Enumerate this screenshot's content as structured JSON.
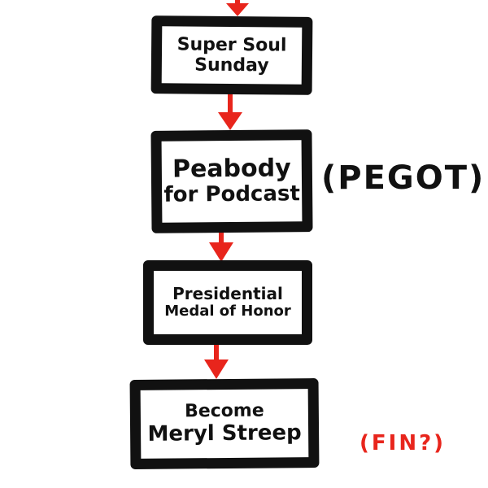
{
  "steps": [
    {
      "line1": "Super Soul",
      "line2": "Sunday"
    },
    {
      "line1": "Peabody",
      "line2": "for Podcast"
    },
    {
      "line1": "Presidential",
      "line2": "Medal of Honor"
    },
    {
      "line1": "Become",
      "line2": "Meryl Streep"
    }
  ],
  "annotations": {
    "pegot": "(PEGOT)",
    "fin": "(FIN?)"
  },
  "colors": {
    "arrow": "#e8251c",
    "box": "#111111"
  }
}
